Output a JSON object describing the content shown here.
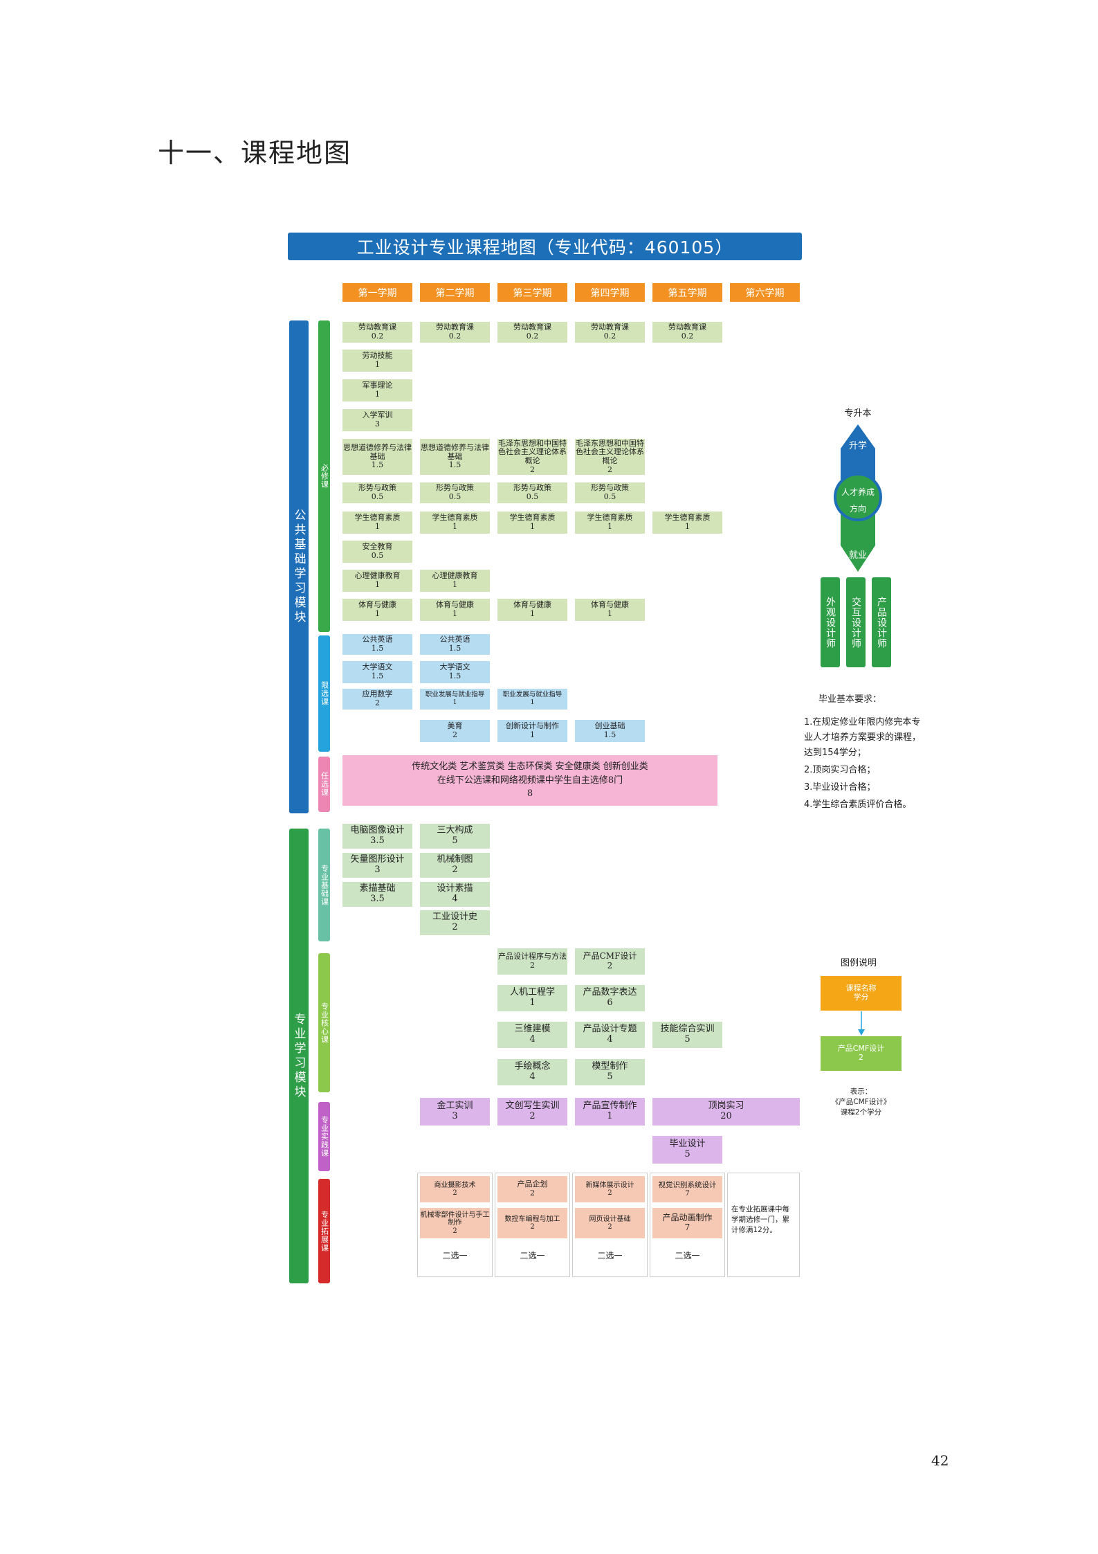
{
  "page_heading": "十一、课程地图",
  "map_title": "工业设计专业课程地图（专业代码：460105）",
  "semesters": [
    "第一学期",
    "第二学期",
    "第三学期",
    "第四学期",
    "第五学期",
    "第六学期"
  ],
  "modules": {
    "public": "公共基础学习模块",
    "professional": "专业学习模块"
  },
  "categories": {
    "required": "必修课",
    "limited": "限选课",
    "elective": "任选课",
    "pro_basic": "专业基础课",
    "pro_core": "专业核心课",
    "pro_practice": "专业实践课",
    "pro_extend": "专业拓展课"
  },
  "courses": {
    "labor": {
      "name": "劳动教育课",
      "credit": "0.2"
    },
    "labor_skill": {
      "name": "劳动技能",
      "credit": "1"
    },
    "military_theory": {
      "name": "军事理论",
      "credit": "1"
    },
    "military_training": {
      "name": "入学军训",
      "credit": "3"
    },
    "morality": {
      "name": "思想道德修养与法律基础",
      "credit": "1.5"
    },
    "mao": {
      "name": "毛泽东思想和中国特色社会主义理论体系概论",
      "credit": "2"
    },
    "policy": {
      "name": "形势与政策",
      "credit": "0.5"
    },
    "moral_quality": {
      "name": "学生德育素质",
      "credit": "1"
    },
    "safety": {
      "name": "安全教育",
      "credit": "0.5"
    },
    "mental": {
      "name": "心理健康教育",
      "credit": "1"
    },
    "pe": {
      "name": "体育与健康",
      "credit": "1"
    },
    "english": {
      "name": "公共英语",
      "credit": "1.5"
    },
    "chinese": {
      "name": "大学语文",
      "credit": "1.5"
    },
    "math": {
      "name": "应用数学",
      "credit": "2"
    },
    "career": {
      "name": "职业发展与就业指导",
      "credit": "1"
    },
    "art": {
      "name": "美育",
      "credit": "2"
    },
    "innovation_design": {
      "name": "创新设计与制作",
      "credit": "1"
    },
    "startup": {
      "name": "创业基础",
      "credit": "1.5"
    },
    "elective_line1": "传统文化类  艺术鉴赏类  生态环保类  安全健康类  创新创业类",
    "elective_line2": "在线下公选课和网络视频课中学生自主选修8门",
    "elective_credit": "8",
    "pc_image": {
      "name": "电脑图像设计",
      "credit": "3.5"
    },
    "vector": {
      "name": "矢量图形设计",
      "credit": "3"
    },
    "sketch": {
      "name": "素描基础",
      "credit": "3.5"
    },
    "three_comp": {
      "name": "三大构成",
      "credit": "5"
    },
    "mech_draw": {
      "name": "机械制图",
      "credit": "2"
    },
    "design_sketch": {
      "name": "设计素描",
      "credit": "4"
    },
    "design_history": {
      "name": "工业设计史",
      "credit": "2"
    },
    "design_method": {
      "name": "产品设计程序与方法",
      "credit": "2"
    },
    "ergonomics": {
      "name": "人机工程学",
      "credit": "1"
    },
    "modeling3d": {
      "name": "三维建模",
      "credit": "4"
    },
    "hand_draw": {
      "name": "手绘概念",
      "credit": "4"
    },
    "cmf": {
      "name": "产品CMF设计",
      "credit": "2"
    },
    "digital_exp": {
      "name": "产品数字表达",
      "credit": "6"
    },
    "design_topic": {
      "name": "产品设计专题",
      "credit": "4"
    },
    "model_make": {
      "name": "模型制作",
      "credit": "5"
    },
    "skill_training": {
      "name": "技能综合实训",
      "credit": "5"
    },
    "metalwork": {
      "name": "金工实训",
      "credit": "3"
    },
    "cultural_sketch": {
      "name": "文创写生实训",
      "credit": "2"
    },
    "promo": {
      "name": "产品宣传制作",
      "credit": "1"
    },
    "internship": {
      "name": "顶岗实习",
      "credit": "20"
    },
    "graduation": {
      "name": "毕业设计",
      "credit": "5"
    },
    "photo": {
      "name": "商业摄影技术",
      "credit": "2"
    },
    "parts": {
      "name": "机械零部件设计与手工制作",
      "credit": "2"
    },
    "planning": {
      "name": "产品企划",
      "credit": "2"
    },
    "cnc": {
      "name": "数控车编程与加工",
      "credit": "2"
    },
    "new_media": {
      "name": "新媒体展示设计",
      "credit": "2"
    },
    "web": {
      "name": "网页设计基础",
      "credit": "2"
    },
    "vis": {
      "name": "视觉识别系统设计",
      "credit": "7"
    },
    "animation": {
      "name": "产品动画制作",
      "credit": "7"
    },
    "choose_one": "二选一",
    "extend_note": "在专业拓展课中每学期选修一门，累计修满12分。"
  },
  "direction": {
    "title": "专升本",
    "up": "升学",
    "center1": "人才养成",
    "center2": "方向",
    "down": "就业",
    "jobs": [
      "外观设计师",
      "交互设计师",
      "产品设计师"
    ],
    "colors": {
      "blue": "#1f6fb8",
      "green": "#2e9e48"
    }
  },
  "requirements": {
    "title": "毕业基本要求：",
    "items": [
      "1.在规定修业年限内修完本专业人才培养方案要求的课程，达到154学分；",
      "2.顶岗实习合格；",
      "3.毕业设计合格；",
      "4.学生综合素质评价合格。"
    ]
  },
  "legend": {
    "title": "图例说明",
    "sample_top": "课程名称\n学分",
    "sample_bottom_name": "产品CMF设计",
    "sample_bottom_credit": "2",
    "explain": "表示：\n《产品CMF设计》\n课程2个学分"
  },
  "page_number": "42"
}
